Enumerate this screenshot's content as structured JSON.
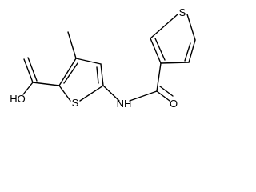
{
  "molecule": {
    "atom_labels": {
      "s_ring1": "S",
      "s_ring2": "S",
      "hydroxyl": "HO",
      "amide_nh": "NH",
      "carbonyl_o": "O"
    }
  }
}
